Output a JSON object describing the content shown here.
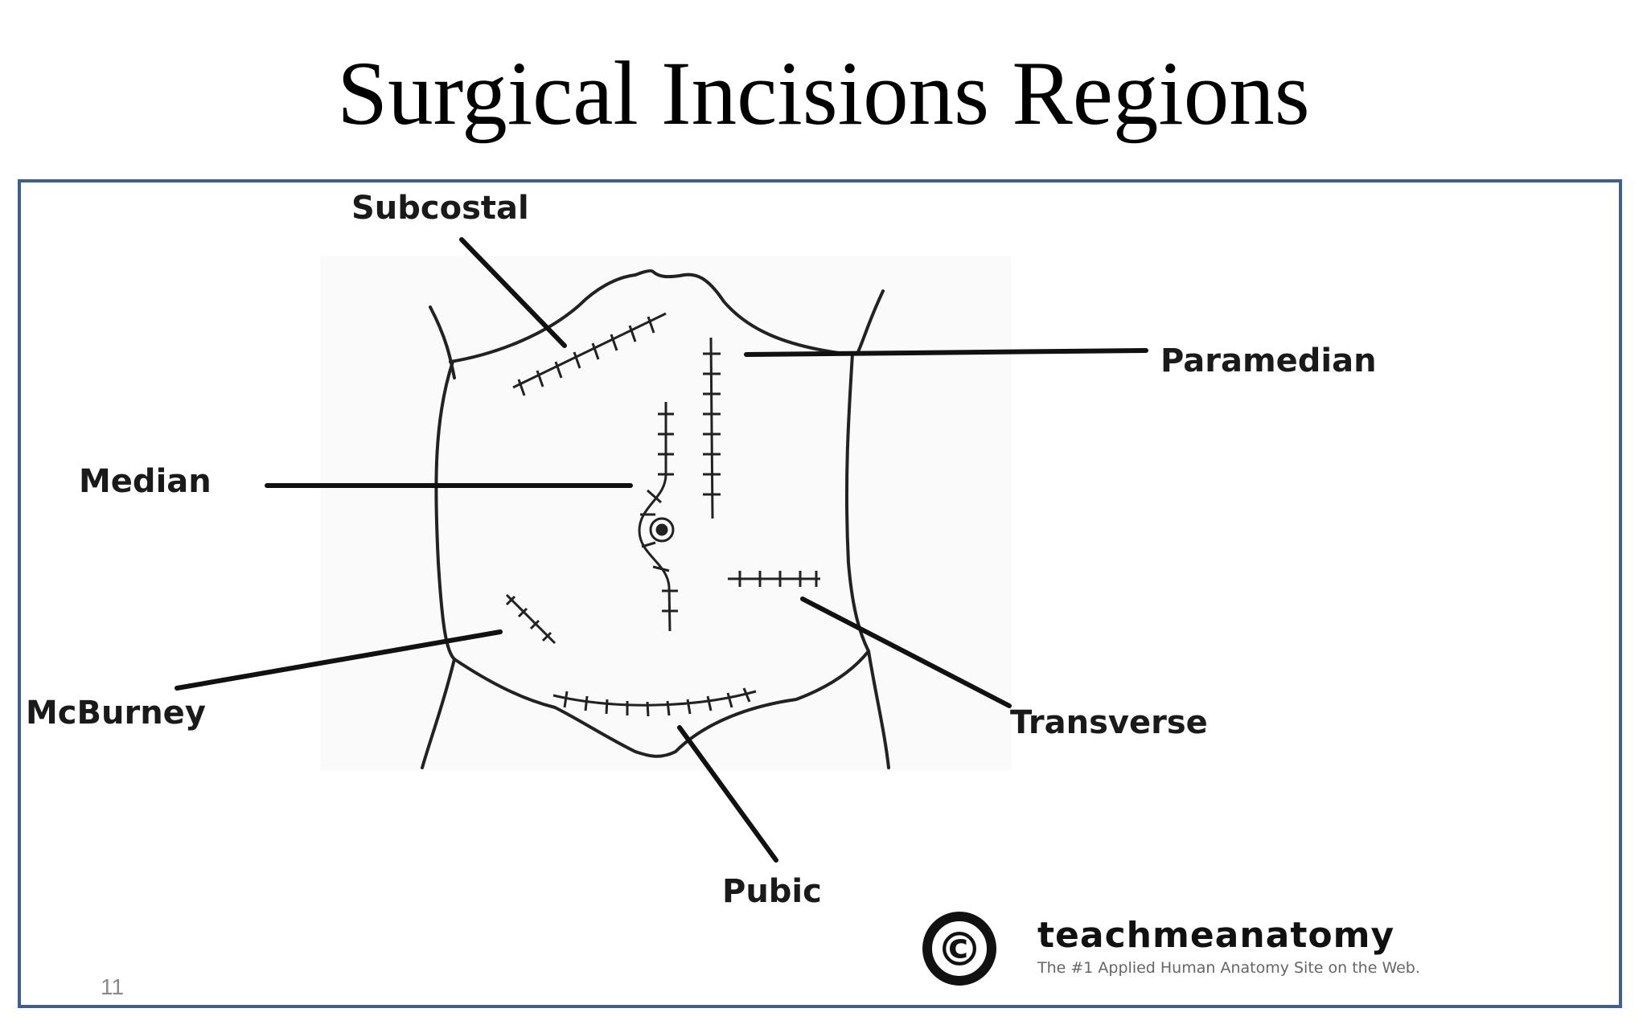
{
  "slide": {
    "title": "Surgical Incisions Regions",
    "number": "11"
  },
  "labels": {
    "subcostal": "Subcostal",
    "paramedian": "Paramedian",
    "median": "Median",
    "mcburney": "McBurney",
    "transverse": "Transverse",
    "pubic": "Pubic"
  },
  "watermark": {
    "brand": "teachmeanatomy",
    "tagline": "The #1 Applied Human Anatomy Site on the Web.",
    "symbol": "©"
  },
  "colors": {
    "frame_border": "#3f5f8c",
    "line": "#111111"
  }
}
